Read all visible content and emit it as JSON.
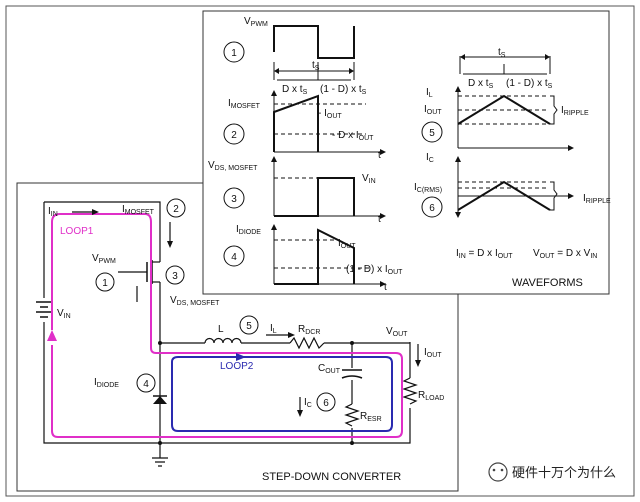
{
  "circuit": {
    "title": "STEP-DOWN CONVERTER",
    "loop1": "LOOP1",
    "loop2": "LOOP2",
    "labels": {
      "iin": "I",
      "iin_sub": "IN",
      "imosfet": "I",
      "imosfet_sub": "MOSFET",
      "vpwm": "V",
      "vpwm_sub": "PWM",
      "vin": "V",
      "vin_sub": "IN",
      "vds": "V",
      "vds_sub": "DS, MOSFET",
      "l": "L",
      "il": "I",
      "il_sub": "L",
      "rdcr": "R",
      "rdcr_sub": "DCR",
      "vout": "V",
      "vout_sub": "OUT",
      "iout": "I",
      "iout_sub": "OUT",
      "idiode": "I",
      "idiode_sub": "DIODE",
      "cout": "C",
      "cout_sub": "OUT",
      "rload": "R",
      "rload_sub": "LOAD",
      "ic": "I",
      "ic_sub": "C",
      "resr": "R",
      "resr_sub": "ESR"
    },
    "markers": [
      "1",
      "2",
      "3",
      "4",
      "5",
      "6"
    ]
  },
  "waveforms": {
    "title": "WAVEFORMS",
    "markers": [
      "1",
      "2",
      "3",
      "4",
      "5",
      "6"
    ],
    "labels": {
      "vpwm": "V",
      "vpwm_sub": "PWM",
      "ts": "t",
      "ts_sub": "S",
      "dxts": "D x t",
      "dxts_sub": "S",
      "onemd": "(1 - D) x t",
      "onemd_sub": "S",
      "imosfet": "I",
      "imosfet_sub": "MOSFET",
      "iout_a": "- I",
      "iout_a_sub": "OUT",
      "dxiout": "- D x I",
      "dxiout_sub": "OUT",
      "t": "t",
      "vds": "V",
      "vds_sub": "DS, MOSFET",
      "vin": "V",
      "vin_sub": "IN",
      "idiode": "I",
      "idiode_sub": "DIODE",
      "iout_b": "I",
      "iout_b_sub": "OUT",
      "onemd_iout": "(1 - D) x I",
      "onemd_iout_sub": "OUT",
      "il": "I",
      "il_sub": "L",
      "iout_c": "I",
      "iout_c_sub": "OUT",
      "iripple": "I",
      "iripple_sub": "RIPPLE",
      "ic": "I",
      "ic_sub": "C",
      "icrms": "I",
      "icrms_sub": "C(RMS)",
      "iripple2": "I",
      "iripple2_sub": "RIPPLE",
      "eq_iin": "I",
      "eq_iin_sub": "IN",
      "eq_iin_rhs": " = D x I",
      "eq_iin_rhs_sub": "OUT",
      "eq_vout": "V",
      "eq_vout_sub": "OUT",
      "eq_vout_rhs": " = D x V",
      "eq_vout_rhs_sub": "IN"
    }
  },
  "watermark": "硬件十万个为什么"
}
